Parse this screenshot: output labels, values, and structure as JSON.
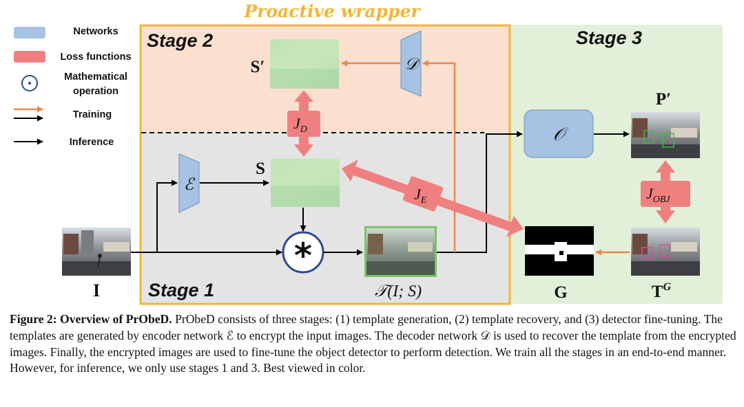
{
  "figure": {
    "banner": "Proactive wrapper",
    "stages": {
      "stage1": "Stage 1",
      "stage2": "Stage 2",
      "stage3": "Stage 3"
    },
    "legend": {
      "networks": "Networks",
      "loss_functions": "Loss functions",
      "math_line1": "Mathematical",
      "math_line2": "operation",
      "training": "Training",
      "inference": "Inference"
    },
    "nodes": {
      "encoder": "ℰ",
      "decoder": "𝒟",
      "detector": "𝒪",
      "template_rec": "S′",
      "template": "S",
      "input": "I",
      "encrypted": "𝒯(I; S)",
      "pred": "P′",
      "gt_box": "G",
      "gt_img": "TG",
      "op": "*"
    },
    "losses": {
      "jd": "JD",
      "je": "JE",
      "jobj": "JOBJ"
    },
    "colors": {
      "network": "#a6c3e4",
      "loss": "#f08080",
      "training_arrow": "#e8874a",
      "stage2_bg": "#fbe0d0",
      "stage1_bg": "#e4e4e4",
      "stage3_bg": "#e3f0d9",
      "wrapper": "#f2b636",
      "op_circle": "#2b4a94"
    }
  },
  "caption": {
    "label": "Figure 2: Overview of PrObeD.",
    "text": " PrObeD consists of three stages: (1) template generation, (2) template recovery, and (3) detector fine-tuning. The templates are generated by encoder network ℰ to encrypt the input images. The decoder network 𝒟 is used to recover the template from the encrypted images. Finally, the encrypted images are used to fine-tune the object detector to perform detection. We train all the stages in an end-to-end manner. However, for inference, we only use stages 1 and 3. Best viewed in color."
  }
}
